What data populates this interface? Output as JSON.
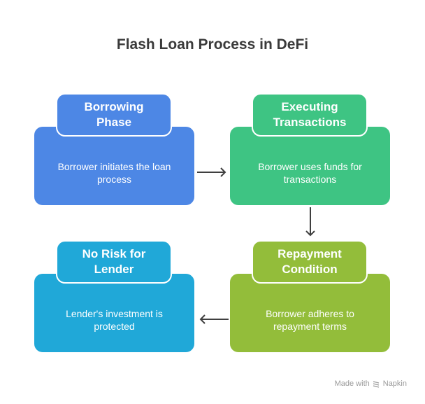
{
  "title": "Flash Loan Process in DeFi",
  "steps": [
    {
      "heading": "Borrowing Phase",
      "heading_lines": [
        "Borrowing",
        "Phase"
      ],
      "body_lines": [
        "Borrower initiates the loan",
        "process"
      ],
      "color": "#4d87e5"
    },
    {
      "heading": "Executing Transactions",
      "heading_lines": [
        "Executing",
        "Transactions"
      ],
      "body_lines": [
        "Borrower uses funds for",
        "transactions"
      ],
      "color": "#3ec483"
    },
    {
      "heading": "Repayment Condition",
      "heading_lines": [
        "Repayment",
        "Condition"
      ],
      "body_lines": [
        "Borrower adheres to",
        "repayment terms"
      ],
      "color": "#93bd3a"
    },
    {
      "heading": "No Risk for Lender",
      "heading_lines": [
        "No Risk for",
        "Lender"
      ],
      "body_lines": [
        "Lender's investment is",
        "protected"
      ],
      "color": "#20a8d8"
    }
  ],
  "flow": [
    "Borrowing Phase → Executing Transactions",
    "Executing Transactions → Repayment Condition",
    "Repayment Condition → No Risk for Lender"
  ],
  "footer": {
    "made_with": "Made with",
    "brand": "Napkin"
  }
}
